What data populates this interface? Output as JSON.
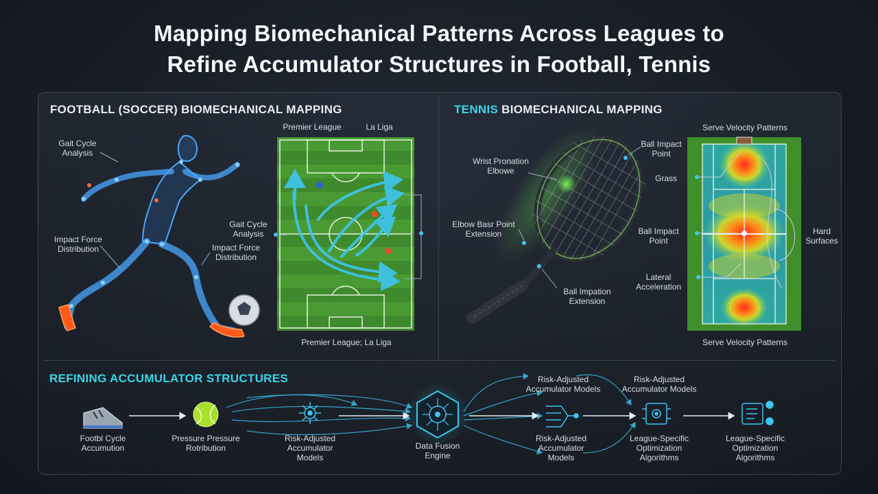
{
  "title": {
    "line1": "Mapping Biomechanical Patterns Across Leagues to",
    "line2": "Refine Accumulator Structures in Football, Tennis"
  },
  "football": {
    "heading": "FOOTBALL (SOCCER) BIOMECHANICAL MAPPING",
    "gait_label": "Gait Cycle\nAnalysis",
    "impact_label_left": "Impact Force\nDistribution",
    "impact_label_mid": "Impact Force\nDistribution",
    "gait_label_field": "Gait Cycle\nAnalysis",
    "premier_league": "Premier League",
    "la_liga": "La Liga",
    "bottom_label": "Premier League; La Liga"
  },
  "tennis": {
    "heading_accent": "TENNIS",
    "heading_rest": " BIOMECHANICAL MAPPING",
    "wrist_label": "Wrist Pronation\nElbowe",
    "elbow_label": "Elbow Basr Point\nExtension",
    "ball_impact_ext": "Ball Impation\nExtension",
    "ball_impact_top": "Ball Impact\nPoint",
    "grass": "Grass",
    "ball_impact_mid": "Ball Impact\nPoint",
    "lateral": "Lateral\nAcceleration",
    "hard": "Hard\nSurfaces",
    "serve_top": "Serve Velocity Patterns",
    "serve_bottom": "Serve Velocity Patterns"
  },
  "accumulator": {
    "heading": "REFINING ACCUMULATOR STRUCTURES",
    "nodes": [
      "Footbl Cycle\nAccumution",
      "Pressure Pressure\nRotribution",
      "Risk-Adjusted\nAccumulator\nModels",
      "Data Fusion\nEngine",
      "Risk-Adjusted\nAccumulator\nModels",
      "League-Specific\nOptimization\nAlgorithms",
      "League-Specific\nOptimization\nAlgorithms"
    ],
    "top_labels": [
      "Risk-Adjusted\nAccumulator Models",
      "Risk-Adjusted\nAccumulator Models"
    ]
  },
  "colors": {
    "cyan": "#3ad6ea",
    "skeleton": "#4aa8ff",
    "field_green": "#3f8a2c",
    "court_green": "#3f8f2a",
    "arrow": "#3ec6f0"
  }
}
